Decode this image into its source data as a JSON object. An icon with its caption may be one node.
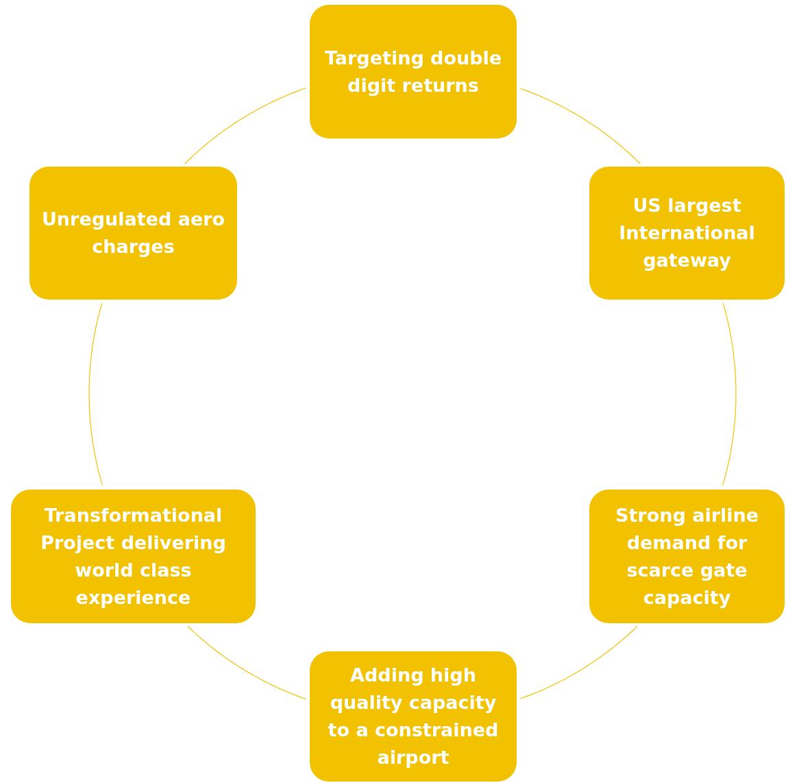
{
  "diagram": {
    "nodes": [
      {
        "text": [
          "Targeting double digit returns"
        ]
      },
      {
        "text": [
          "US largest International gateway"
        ]
      },
      {
        "text": [
          "Strong airline demand for scarce gate capacity"
        ]
      },
      {
        "text": [
          "Adding high quality capacity to a constrained airport"
        ]
      },
      {
        "text": [
          "Transformational Project delivering world class experience"
        ]
      },
      {
        "text": [
          "Unregulated aero charges"
        ]
      }
    ],
    "edges": [
      {
        "from": 0,
        "to": 1,
        "arrow": "none"
      },
      {
        "from": 1,
        "to": 2,
        "arrow": "none"
      },
      {
        "from": 2,
        "to": 3,
        "arrow": "none"
      },
      {
        "from": 3,
        "to": 4,
        "arrow": "none"
      },
      {
        "from": 4,
        "to": 5,
        "arrow": "none"
      },
      {
        "from": 5,
        "to": 0,
        "arrow": "none"
      }
    ]
  }
}
